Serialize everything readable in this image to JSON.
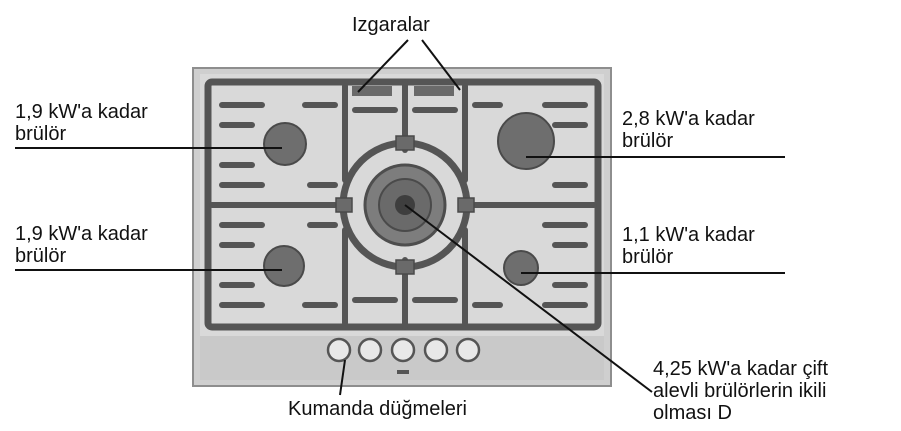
{
  "labels": {
    "grates": "Izgaralar",
    "burner_top_left": {
      "line1": "1,9 kW'a kadar",
      "line2": "brülör"
    },
    "burner_top_right": {
      "line1": "2,8 kW'a kadar",
      "line2": "brülör"
    },
    "burner_bottom_left": {
      "line1": "1,9 kW'a kadar",
      "line2": "brülör"
    },
    "burner_bottom_right": {
      "line1": "1,1 kW'a kadar",
      "line2": "brülör"
    },
    "center_burner": {
      "line1": "4,25 kW'a kadar çift",
      "line2": "alevli brülörlerin ikili",
      "line3": "olması D"
    },
    "knobs": "Kumanda düğmeleri"
  },
  "colors": {
    "panel": "#d6d6d6",
    "frame": "#9c9c9c",
    "grate": "#5a5a5a",
    "burner": "#6e6e6e",
    "line": "#111111"
  }
}
